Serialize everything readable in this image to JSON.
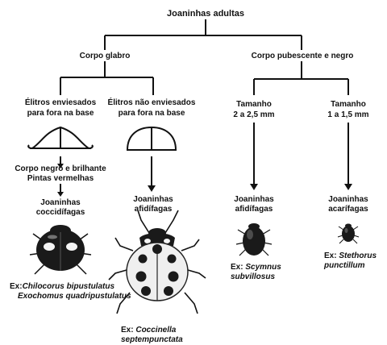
{
  "root": "Joaninhas adultas",
  "branches": {
    "glabrous": "Corpo glabro",
    "pubescent": "Corpo pubescente e negro"
  },
  "nodes": {
    "n1": {
      "elytra_line1": "Élitros enviesados",
      "elytra_line2": "para fora na base",
      "trait_line1": "Corpo negro e brilhante",
      "trait_line2": "Pintas vermelhas",
      "type_line1": "Joaninhas",
      "type_line2": "coccidífagas",
      "ex_prefix": "Ex:",
      "ex_line1": "Chilocorus bipustulatus",
      "ex_line2": "Exochomus quadripustulatus"
    },
    "n2": {
      "elytra_line1": "Élitros não enviesados",
      "elytra_line2": "para fora na base",
      "type_line1": "Joaninhas",
      "type_line2": "afidífagas",
      "ex_prefix": "Ex: ",
      "ex_line1": "Coccinella",
      "ex_line2": "septempunctata"
    },
    "n3": {
      "size_line1": "Tamanho",
      "size_line2": "2 a 2,5 mm",
      "type_line1": "Joaninhas",
      "type_line2": "afidífagas",
      "ex_prefix": "Ex: ",
      "ex_line1": "Scymnus",
      "ex_line2": "subvillosus"
    },
    "n4": {
      "size_line1": "Tamanho",
      "size_line2": "1 a 1,5 mm",
      "type_line1": "Joaninhas",
      "type_line2": "acarífagas",
      "ex_prefix": "Ex: ",
      "ex_line1": "Stethorus",
      "ex_line2": "punctillum"
    }
  },
  "colors": {
    "ink": "#111111",
    "beetle_dark": "#1a1a1a",
    "beetle_light": "#f4f4f4"
  }
}
